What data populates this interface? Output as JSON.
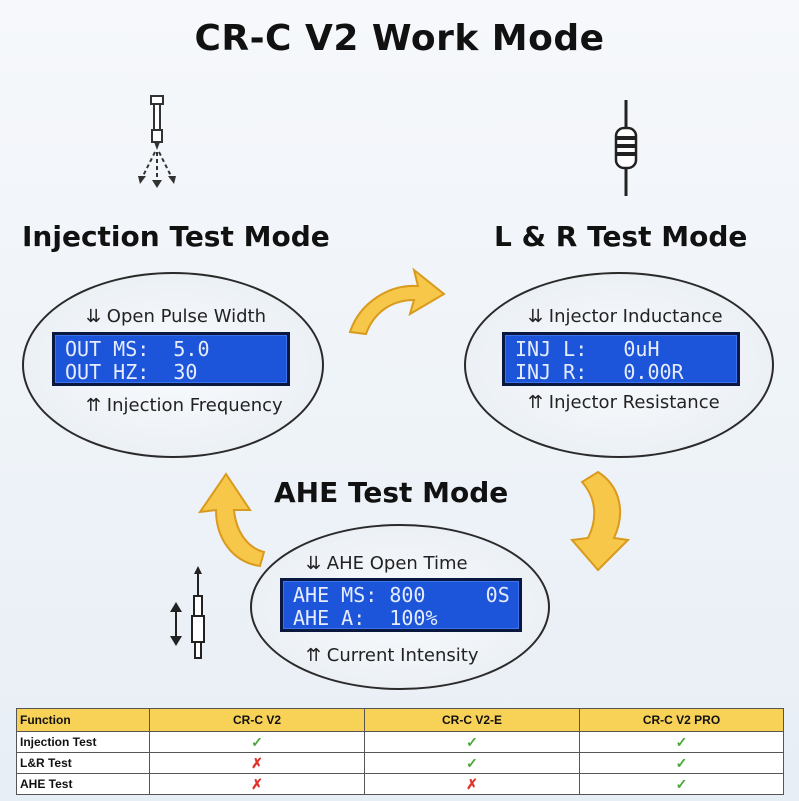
{
  "title": "CR-C V2 Work Mode",
  "modes": {
    "injection": {
      "title": "Injection Test Mode",
      "top_caption": "⇊ Open Pulse Width",
      "lcd_line1": "OUT MS:  5.0",
      "lcd_line2": "OUT HZ:  30",
      "bottom_caption": "⇈ Injection Frequency"
    },
    "lr": {
      "title": "L & R Test Mode",
      "top_caption": "⇊ Injector Inductance",
      "lcd_line1": "INJ L:   0uH",
      "lcd_line2": "INJ R:   0.00R",
      "bottom_caption": "⇈ Injector Resistance"
    },
    "ahe": {
      "title": "AHE Test Mode",
      "top_caption": "⇊ AHE Open Time",
      "lcd_line1": "AHE MS: 800     0S",
      "lcd_line2": "AHE A:  100%",
      "bottom_caption": "⇈ Current Intensity"
    }
  },
  "colors": {
    "lcd": "#1c55d9",
    "arrow": "#f3bd3b",
    "table_header": "#f8d257",
    "check": "#4aa63a",
    "cross": "#e0332a"
  },
  "icons": [
    "injector-spray-icon",
    "resistor-icon",
    "solenoid-probe-icon"
  ],
  "table": {
    "headers": [
      "Function",
      "CR-C V2",
      "CR-C  V2-E",
      "CR-C  V2 PRO"
    ],
    "rows": [
      {
        "label": "Injection Test",
        "marks": [
          "✓",
          "✓",
          "✓"
        ]
      },
      {
        "label": "L&R Test",
        "marks": [
          "✗",
          "✓",
          "✓"
        ]
      },
      {
        "label": "AHE Test",
        "marks": [
          "✗",
          "✗",
          "✓"
        ]
      }
    ]
  }
}
